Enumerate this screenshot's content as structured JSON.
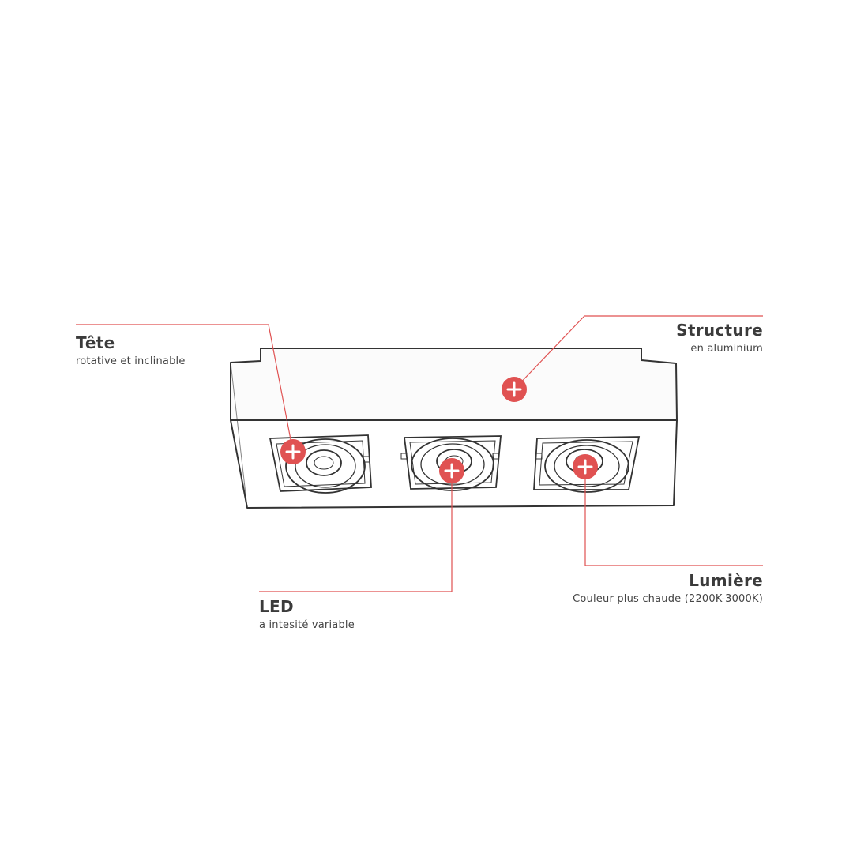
{
  "colors": {
    "accent": "#e05252",
    "leader_line": "#e05252",
    "sketch": "#333333",
    "text": "#3b3b3b"
  },
  "callouts": {
    "tete": {
      "title": "Tête",
      "subtitle": "rotative et inclinable"
    },
    "structure": {
      "title": "Structure",
      "subtitle": "en aluminium"
    },
    "led": {
      "title": "LED",
      "subtitle": "a intesité variable"
    },
    "lumiere": {
      "title": "Lumière",
      "subtitle": "Couleur plus chaude (2200K-3000K)"
    }
  },
  "hotspot_icon": "plus-icon"
}
